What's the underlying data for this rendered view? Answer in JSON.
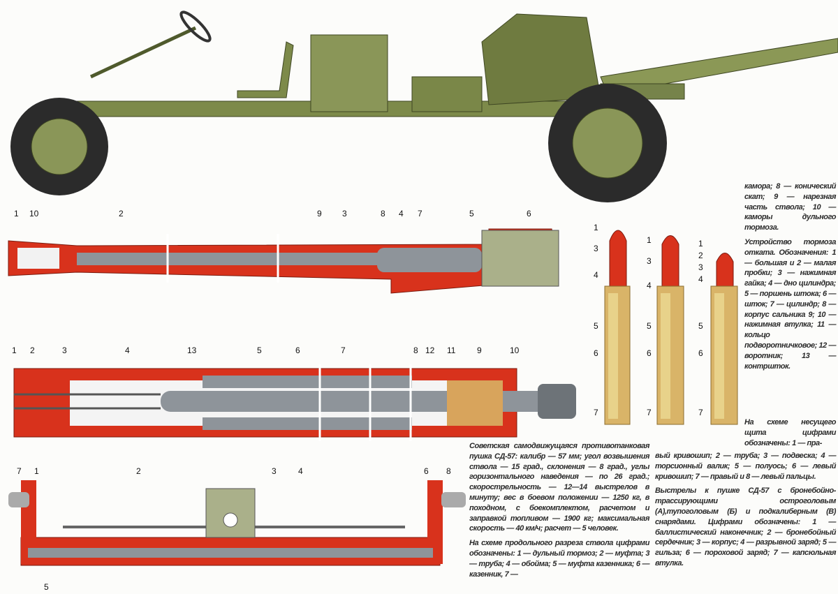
{
  "colors": {
    "olive": "#7d8a4a",
    "olive_dark": "#4f5a2c",
    "red": "#d8321c",
    "steel": "#8e949a",
    "brass": "#d9b468",
    "tire": "#2b2b2b"
  },
  "barrel_labels": [
    "1",
    "10",
    "2",
    "9",
    "3",
    "8",
    "4",
    "7",
    "5",
    "6"
  ],
  "brake_labels": [
    "1",
    "2",
    "3",
    "4",
    "13",
    "5",
    "6",
    "7",
    "8",
    "12",
    "11",
    "9",
    "10"
  ],
  "carriage_labels": [
    "7",
    "1",
    "2",
    "3",
    "4",
    "6",
    "8",
    "5"
  ],
  "shell_a_labels": [
    "1",
    "3",
    "4",
    "5",
    "6",
    "7"
  ],
  "shell_b_labels": [
    "1",
    "3",
    "4",
    "5",
    "6",
    "7"
  ],
  "shell_c_labels": [
    "1",
    "2",
    "3",
    "4",
    "5",
    "6",
    "7"
  ],
  "text": {
    "barrel_cont": "камора; 8 — конический скат; 9 — нарезная часть ствола; 10 — каморы дульного тормоза.",
    "brake": "Устройство тормоза отката. Обозначения: 1 — большая и 2 — малая пробки; 3 — нажимная гайка; 4 — дно цилиндра; 5 — поршень штока; 6 — шток; 7 — цилиндр; 8 — корпус сальника 9; 10 — нажимная втулка; 11 — кольцо подворотничковое; 12 — воротник; 13 — контршток.",
    "shield_start": "На схеме несущего щита цифрами обозначены: 1 — пра-",
    "shield_cont": "вый кривошип; 2 — труба; 3 — подвеска; 4 — торсионный валик; 5 — полуось; 6 — левый кривошип; 7 — правый и 8 — левый пальцы.",
    "rounds": "Выстрелы к пушке СД-57 с бронебойно-трассирующими остроголовым (А),тупоголовым (Б) и подкалиберным (В) снарядами. Цифрами обозначены: 1 — баллистический наконечник; 2 — бронебойный сердечник; 3 — корпус; 4 — разрывной заряд; 5 — гильза; 6 — пороховой заряд; 7 — капсюльная втулка.",
    "specs": "Советская самодвижущаяся противотанковая пушка СД-57: калибр — 57 мм; угол возвышения ствола — 15 град., склонения — 8 град., углы горизонтального наведения — по 26 град.; скорострельность — 12—14 выстрелов в минуту; вес в боевом положении — 1250 кг, в походном, с боекомплектом, расчетом и заправкой топливом — 1900 кг; максимальная скорость — 40 км/ч; расчет — 5 человек.",
    "barrel": "На схеме продольного разреза ствола цифрами обозначены: 1 — дульный тормоз; 2 — муфта; 3 — труба; 4 — обойма; 5 — муфта казенника; 6 — казенник, 7 —"
  }
}
